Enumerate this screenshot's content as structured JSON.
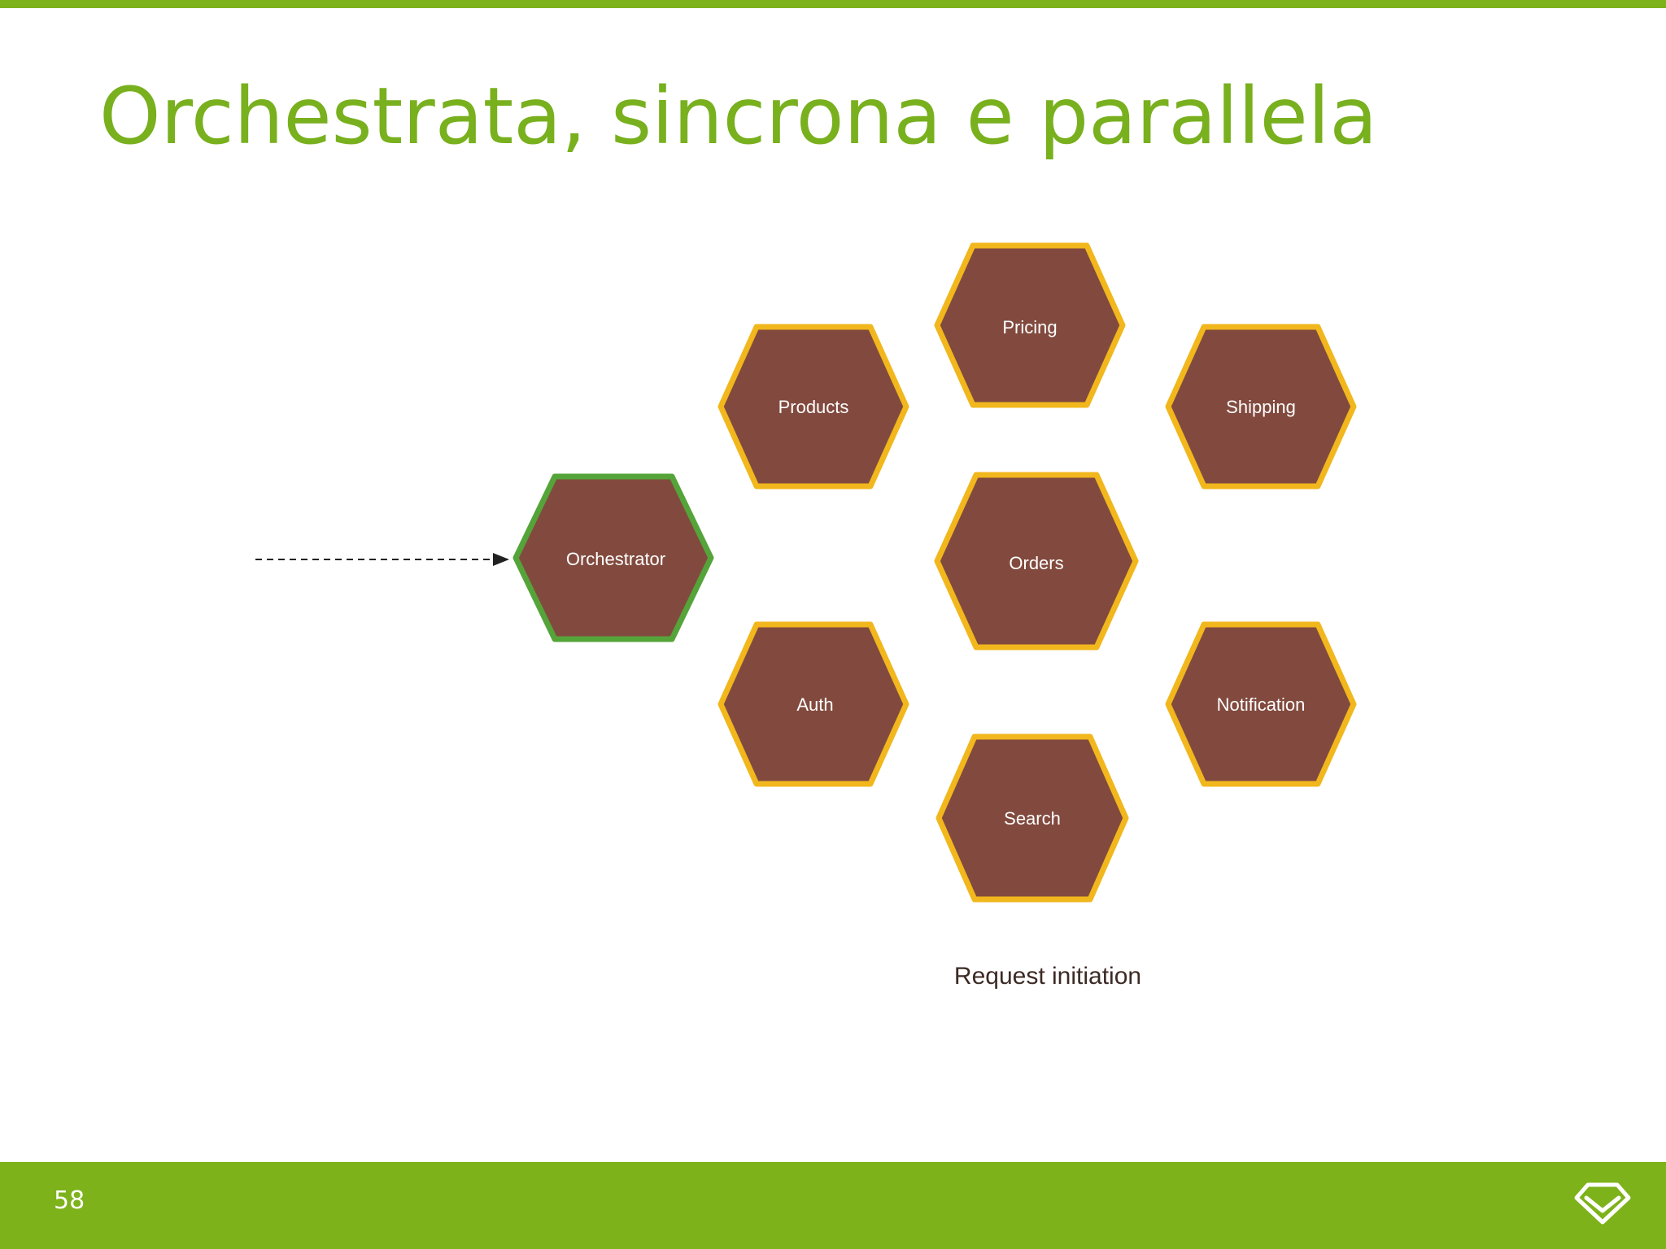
{
  "slide": {
    "title": "Orchestrata, sincrona e parallela",
    "page_number": "58",
    "accent_color": "#7db21a",
    "logo_icon": "diamond-logo-icon"
  },
  "diagram": {
    "caption": "Request initiation",
    "hex_fill": "#824a3e",
    "service_border_color": "#f1b71c",
    "orchestrator_border_color": "#55a43a",
    "nodes": {
      "orchestrator": "Orchestrator",
      "products": "Products",
      "pricing": "Pricing",
      "shipping": "Shipping",
      "orders": "Orders",
      "auth": "Auth",
      "notification": "Notification",
      "search": "Search"
    }
  }
}
